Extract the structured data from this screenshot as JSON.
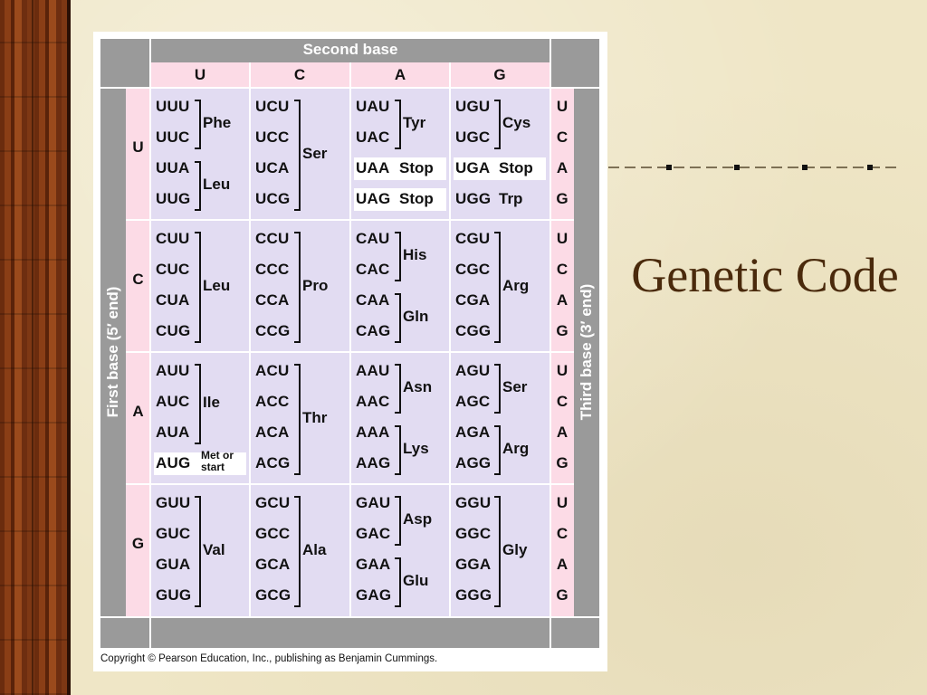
{
  "slide": {
    "title": "Genetic Code"
  },
  "table": {
    "second_base_label": "Second base",
    "first_base_label": "First base  (5′ end)",
    "third_base_label": "Third base  (3′ end)",
    "second_bases": [
      "U",
      "C",
      "A",
      "G"
    ],
    "first_bases": [
      "U",
      "C",
      "A",
      "G"
    ],
    "third_bases": [
      "U",
      "C",
      "A",
      "G"
    ],
    "blocks": [
      {
        "first": "U",
        "second": "U",
        "codons": [
          "UUU",
          "UUC",
          "UUA",
          "UUG"
        ],
        "groups": [
          {
            "rows": [
              0,
              1
            ],
            "label": "Phe"
          },
          {
            "rows": [
              2,
              3
            ],
            "label": "Leu"
          }
        ]
      },
      {
        "first": "U",
        "second": "C",
        "codons": [
          "UCU",
          "UCC",
          "UCA",
          "UCG"
        ],
        "groups": [
          {
            "rows": [
              0,
              3
            ],
            "label": "Ser"
          }
        ]
      },
      {
        "first": "U",
        "second": "A",
        "codons": [
          "UAU",
          "UAC",
          "UAA",
          "UAG"
        ],
        "groups": [
          {
            "rows": [
              0,
              1
            ],
            "label": "Tyr"
          },
          {
            "rows": [
              2
            ],
            "label": "Stop",
            "box": true
          },
          {
            "rows": [
              3
            ],
            "label": "Stop",
            "box": true
          }
        ]
      },
      {
        "first": "U",
        "second": "G",
        "codons": [
          "UGU",
          "UGC",
          "UGA",
          "UGG"
        ],
        "groups": [
          {
            "rows": [
              0,
              1
            ],
            "label": "Cys"
          },
          {
            "rows": [
              2
            ],
            "label": "Stop",
            "box": true
          },
          {
            "rows": [
              3
            ],
            "label": "Trp"
          }
        ]
      },
      {
        "first": "C",
        "second": "U",
        "codons": [
          "CUU",
          "CUC",
          "CUA",
          "CUG"
        ],
        "groups": [
          {
            "rows": [
              0,
              3
            ],
            "label": "Leu"
          }
        ]
      },
      {
        "first": "C",
        "second": "C",
        "codons": [
          "CCU",
          "CCC",
          "CCA",
          "CCG"
        ],
        "groups": [
          {
            "rows": [
              0,
              3
            ],
            "label": "Pro"
          }
        ]
      },
      {
        "first": "C",
        "second": "A",
        "codons": [
          "CAU",
          "CAC",
          "CAA",
          "CAG"
        ],
        "groups": [
          {
            "rows": [
              0,
              1
            ],
            "label": "His"
          },
          {
            "rows": [
              2,
              3
            ],
            "label": "Gln"
          }
        ]
      },
      {
        "first": "C",
        "second": "G",
        "codons": [
          "CGU",
          "CGC",
          "CGA",
          "CGG"
        ],
        "groups": [
          {
            "rows": [
              0,
              3
            ],
            "label": "Arg"
          }
        ]
      },
      {
        "first": "A",
        "second": "U",
        "codons": [
          "AUU",
          "AUC",
          "AUA",
          "AUG"
        ],
        "groups": [
          {
            "rows": [
              0,
              2
            ],
            "label": "Ile"
          },
          {
            "rows": [
              3
            ],
            "label": "Met or start",
            "box": true,
            "small": true
          }
        ]
      },
      {
        "first": "A",
        "second": "C",
        "codons": [
          "ACU",
          "ACC",
          "ACA",
          "ACG"
        ],
        "groups": [
          {
            "rows": [
              0,
              3
            ],
            "label": "Thr"
          }
        ]
      },
      {
        "first": "A",
        "second": "A",
        "codons": [
          "AAU",
          "AAC",
          "AAA",
          "AAG"
        ],
        "groups": [
          {
            "rows": [
              0,
              1
            ],
            "label": "Asn"
          },
          {
            "rows": [
              2,
              3
            ],
            "label": "Lys"
          }
        ]
      },
      {
        "first": "A",
        "second": "G",
        "codons": [
          "AGU",
          "AGC",
          "AGA",
          "AGG"
        ],
        "groups": [
          {
            "rows": [
              0,
              1
            ],
            "label": "Ser"
          },
          {
            "rows": [
              2,
              3
            ],
            "label": "Arg"
          }
        ]
      },
      {
        "first": "G",
        "second": "U",
        "codons": [
          "GUU",
          "GUC",
          "GUA",
          "GUG"
        ],
        "groups": [
          {
            "rows": [
              0,
              3
            ],
            "label": "Val"
          }
        ]
      },
      {
        "first": "G",
        "second": "C",
        "codons": [
          "GCU",
          "GCC",
          "GCA",
          "GCG"
        ],
        "groups": [
          {
            "rows": [
              0,
              3
            ],
            "label": "Ala"
          }
        ]
      },
      {
        "first": "G",
        "second": "A",
        "codons": [
          "GAU",
          "GAC",
          "GAA",
          "GAG"
        ],
        "groups": [
          {
            "rows": [
              0,
              1
            ],
            "label": "Asp"
          },
          {
            "rows": [
              2,
              3
            ],
            "label": "Glu"
          }
        ]
      },
      {
        "first": "G",
        "second": "G",
        "codons": [
          "GGU",
          "GGC",
          "GGA",
          "GGG"
        ],
        "groups": [
          {
            "rows": [
              0,
              3
            ],
            "label": "Gly"
          }
        ]
      }
    ],
    "copyright": "Copyright © Pearson Education, Inc., publishing as Benjamin Cummings."
  }
}
